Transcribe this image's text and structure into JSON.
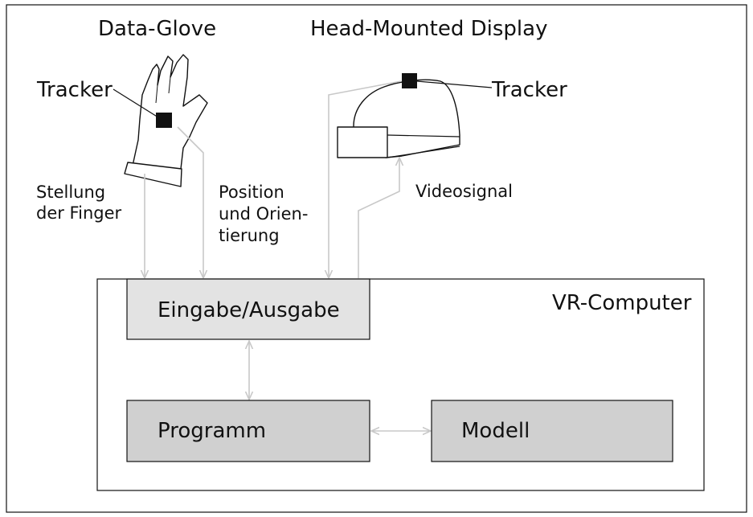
{
  "headings": {
    "data_glove": "Data-Glove",
    "hmd": "Head-Mounted Display"
  },
  "trackers": {
    "glove": "Tracker",
    "hmd": "Tracker"
  },
  "signals": {
    "finger_line1": "Stellung",
    "finger_line2": "der Finger",
    "pos_line1": "Position",
    "pos_line2": "und Orien-",
    "pos_line3": "tierung",
    "video": "Videosignal"
  },
  "computer": {
    "label": "VR-Computer",
    "io": "Eingabe/Ausgabe",
    "program": "Programm",
    "model": "Modell"
  },
  "colors": {
    "io_fill": "#e3e3e3",
    "block_fill": "#d0d0d0",
    "connector": "#c8c8c8",
    "outline": "#111111"
  }
}
